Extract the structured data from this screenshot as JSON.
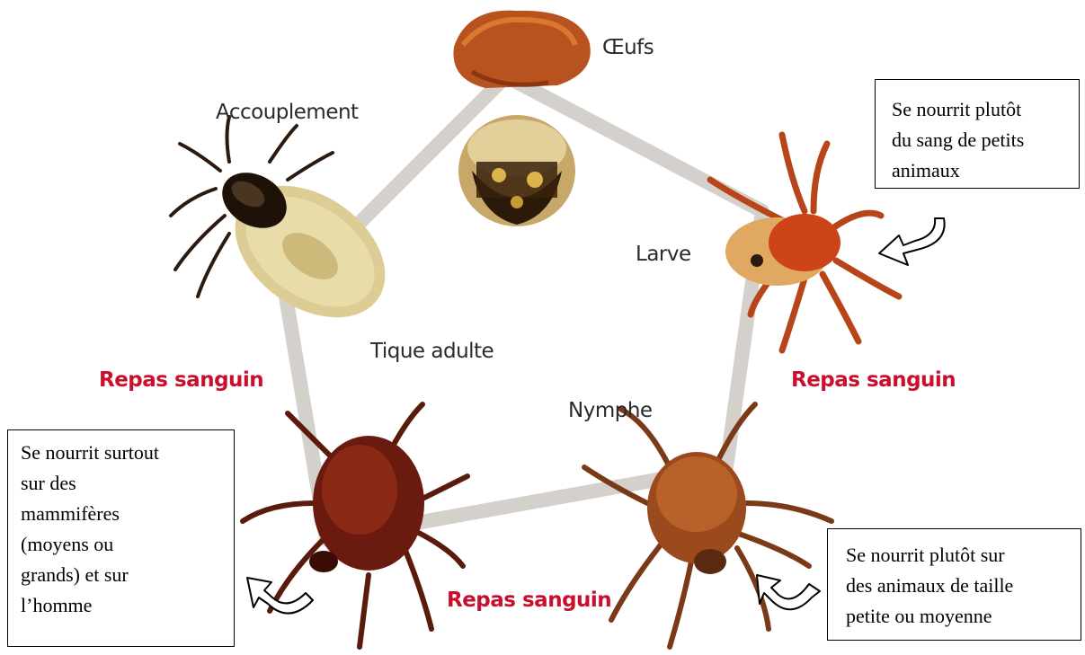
{
  "stages": {
    "eggs": "Œufs",
    "larva": "Larve",
    "nymph": "Nymphe",
    "adult": "Tique adulte",
    "mating": "Accouplement"
  },
  "blood_meal": {
    "right": "Repas sanguin",
    "bottom": "Repas sanguin",
    "left": "Repas sanguin"
  },
  "notes": {
    "larva": [
      "Se nourrit plutôt",
      "du sang de petits",
      "animaux"
    ],
    "nymph": [
      "Se nourrit plutôt sur",
      "des animaux de taille",
      "petite ou moyenne"
    ],
    "adult": [
      "Se nourrit surtout",
      "sur des",
      "mammifères",
      "(moyens ou",
      "grands) et sur",
      "l’homme"
    ]
  },
  "colors": {
    "meal_text": "#c8102e",
    "cycle_line": "#d4d0cb",
    "tick_dark": "#5a1a0c",
    "tick_orange": "#c8501c"
  },
  "icons": [
    "curved-arrow-icon",
    "egg-cluster-icon",
    "larva-tick-icon",
    "nymph-tick-icon",
    "adult-tick-icon",
    "mating-tick-icon"
  ]
}
